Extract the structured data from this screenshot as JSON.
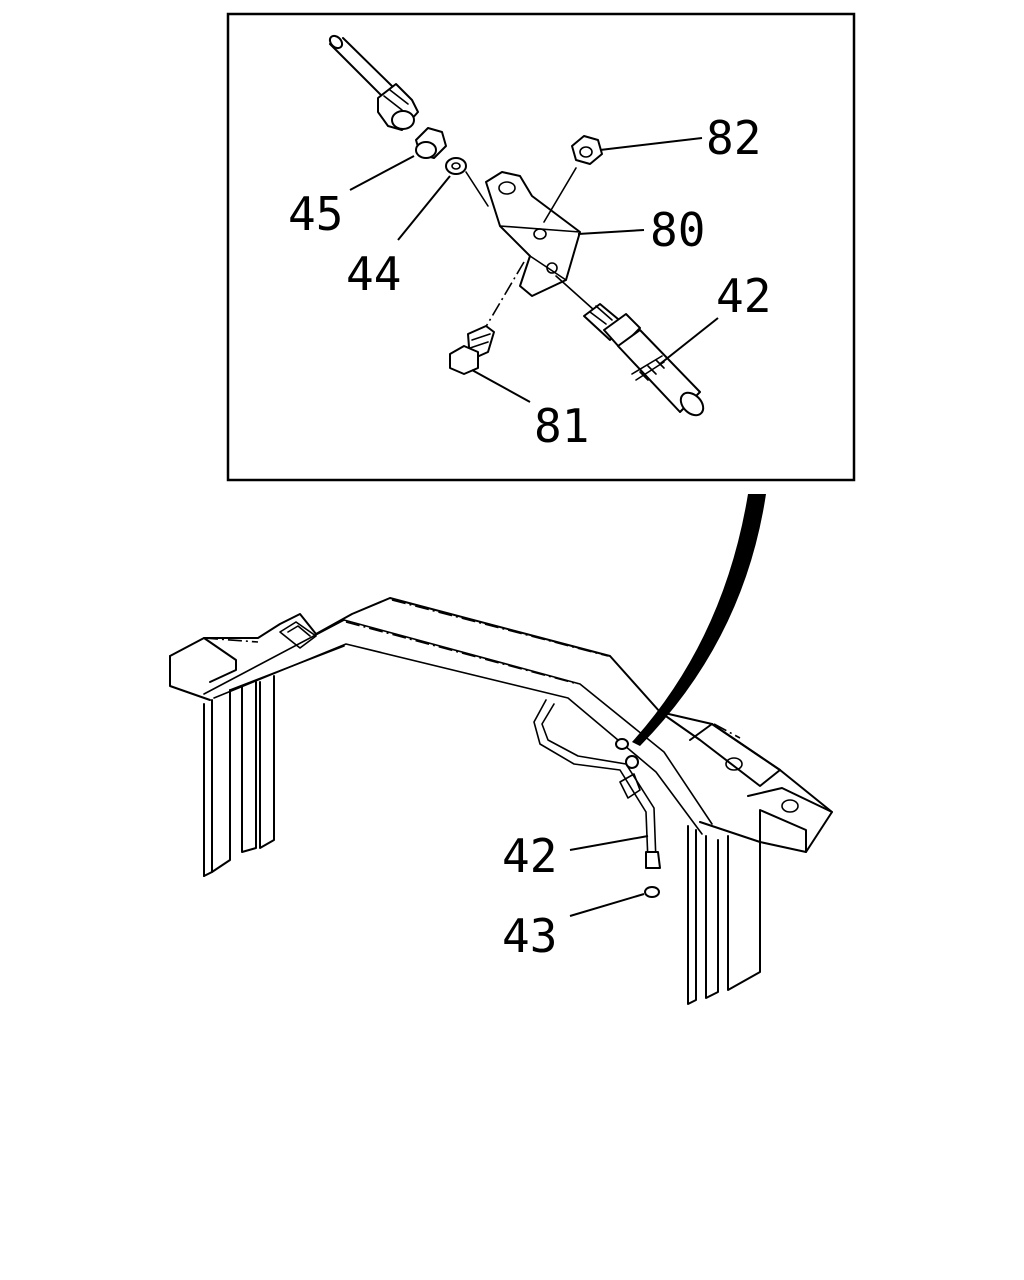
{
  "callouts": {
    "c82": "82",
    "c80": "80",
    "c45": "45",
    "c44": "44",
    "c42_top": "42",
    "c81": "81",
    "c42_bottom": "42",
    "c43": "43"
  },
  "colors": {
    "line": "#000000",
    "background": "#ffffff"
  }
}
